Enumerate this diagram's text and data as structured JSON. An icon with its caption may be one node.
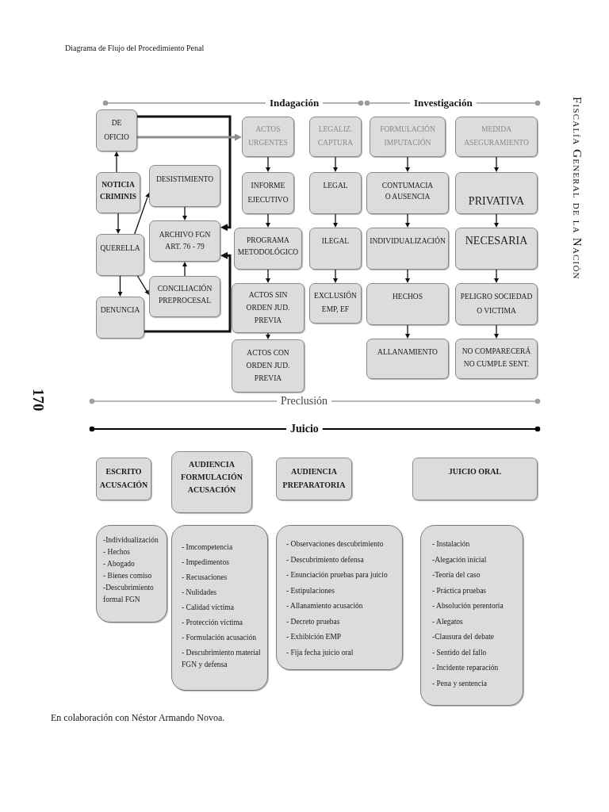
{
  "diagram": {
    "title": "Diagrama de Flujo del Procedimiento Penal",
    "caption": "En colaboración con Néstor Armando Novoa.",
    "nodes": [
      {
        "text": [
          "DE OFICIO"
        ]
      },
      {
        "text": [
          "NOTICIA CRIMINIS"
        ]
      },
      {
        "text": [
          "QUERELLA"
        ]
      },
      {
        "text": [
          "DENUNCIA"
        ]
      },
      {
        "text": [
          "DESISTIMIENTO"
        ]
      },
      {
        "text": [
          "ARCHIVO FGN ART. 76 - 79"
        ]
      },
      {
        "text": [
          "CONCILIACIÓN PREPROCESAL"
        ]
      },
      {
        "text": [
          "ACTOS URGENTES"
        ]
      },
      {
        "text": [
          "INFORME EJECUTIVO"
        ]
      },
      {
        "text": [
          "PROGRAMA METODOLÓGICO"
        ]
      },
      {
        "text": [
          "ACTOS SIN ORDEN JUD. PREVIA"
        ]
      },
      {
        "text": [
          "ACTOS CON ORDEN JUD. PREVIA"
        ]
      },
      {
        "text": [
          "LEGALIZ. CAPTURA"
        ]
      },
      {
        "text": [
          "LEGAL"
        ]
      },
      {
        "text": [
          "ILEGAL"
        ]
      },
      {
        "text": [
          "EXCLUSIÓN EMP, EF"
        ]
      },
      {
        "text": [
          "FORMULACIÓN IMPUTACIÓN"
        ]
      },
      {
        "text": [
          "CONTUMACIA O AUSENCIA"
        ]
      },
      {
        "text": [
          "INDIVIDUALIZACIÓN"
        ]
      },
      {
        "text": [
          "HECHOS"
        ]
      },
      {
        "text": [
          "ALLANAMIENTO"
        ]
      },
      {
        "text": [
          "MEDIDA ASEGURAMIENTO"
        ]
      },
      {
        "text": [
          "PRIVATIVA"
        ]
      },
      {
        "text": [
          "NECESARIA"
        ]
      },
      {
        "text": [
          "PELIGRO SOCIEDAD O VICTIMA"
        ]
      },
      {
        "text": [
          "NO COMPARECERÁ NO CUMPLE SENT."
        ]
      },
      {
        "text": [
          "ESCRITO ACUSACIÓN"
        ]
      },
      {
        "text": [
          "AUDIENCIA FORMULACIÓN ACUSACIÓN"
        ]
      },
      {
        "text": [
          "AUDIENCIA PREPARATORIA"
        ]
      },
      {
        "text": [
          "JUICIO ORAL"
        ]
      },
      {
        "text": [
          "-Individualización",
          "- Hechos",
          "- Abogado",
          "- Bienes comiso",
          "-Descubrimiento formal FGN"
        ]
      },
      {
        "text": [
          "- Imcompetencia",
          "- Impedimentos",
          "- Recusaciones",
          "- Nulidades",
          "- Calidad víctima",
          "- Protección víctima",
          "- Formulación acusación",
          "- Descubrimiento material FGN y defensa"
        ]
      },
      {
        "text": [
          "- Observaciones descubrimiento",
          "- Descubrimiento defensa",
          "- Enunciación pruebas para juicio",
          "- Estipulaciones",
          "- Allanamiento acusación",
          "- Decreto pruebas",
          "- Exhibición EMP",
          "- Fija fecha juicio oral"
        ]
      },
      {
        "text": [
          "- Instalación",
          "-Alegación inicial",
          "-Teoría del caso",
          "- Práctica pruebas",
          "- Absolución perentoria",
          "- Alegatos",
          "-Clausura del debate",
          "- Sentido del fallo",
          "- Incidente reparación",
          "- Pena y sentencia"
        ]
      }
    ],
    "edges": [
      {
        "from": 1,
        "to": 0,
        "arrow": "to"
      },
      {
        "from": 1,
        "to": 2,
        "arrow": "to"
      },
      {
        "from": 2,
        "to": 3,
        "arrow": "to"
      },
      {
        "from": 2,
        "to": 4,
        "arrow": "to"
      },
      {
        "from": 2,
        "to": 6,
        "arrow": "to"
      },
      {
        "from": 4,
        "to": 5,
        "arrow": "to"
      },
      {
        "from": 6,
        "to": 5,
        "arrow": "to"
      },
      {
        "from": 0,
        "to": 5,
        "arrow": "to",
        "style": "thick"
      },
      {
        "from": 3,
        "to": 5,
        "arrow": "to",
        "style": "thick"
      },
      {
        "from": 0,
        "to": 7,
        "arrow": "to",
        "style": "thick",
        "color": "#8c8c8c"
      },
      {
        "from": 7,
        "to": 8,
        "arrow": "to"
      },
      {
        "from": 8,
        "to": 9,
        "arrow": "to"
      },
      {
        "from": 9,
        "to": 10,
        "arrow": "to"
      },
      {
        "from": 10,
        "to": 11,
        "arrow": "to"
      },
      {
        "from": 12,
        "to": 13,
        "arrow": "to"
      },
      {
        "from": 13,
        "to": 14,
        "arrow": "to"
      },
      {
        "from": 14,
        "to": 15,
        "arrow": "to"
      },
      {
        "from": 16,
        "to": 17,
        "arrow": "to"
      },
      {
        "from": 17,
        "to": 18,
        "arrow": "to"
      },
      {
        "from": 18,
        "to": 19,
        "arrow": "to"
      },
      {
        "from": 19,
        "to": 20,
        "arrow": "to"
      },
      {
        "from": 21,
        "to": 22,
        "arrow": "to"
      },
      {
        "from": 22,
        "to": 23,
        "arrow": "to"
      },
      {
        "from": 23,
        "to": 24,
        "arrow": "to"
      },
      {
        "from": 24,
        "to": 25,
        "arrow": "to"
      }
    ],
    "labels": [
      "Indagación",
      "Investigación",
      "Fiscalía General de la Nación",
      "170",
      "Preclusión",
      "Juicio"
    ]
  }
}
